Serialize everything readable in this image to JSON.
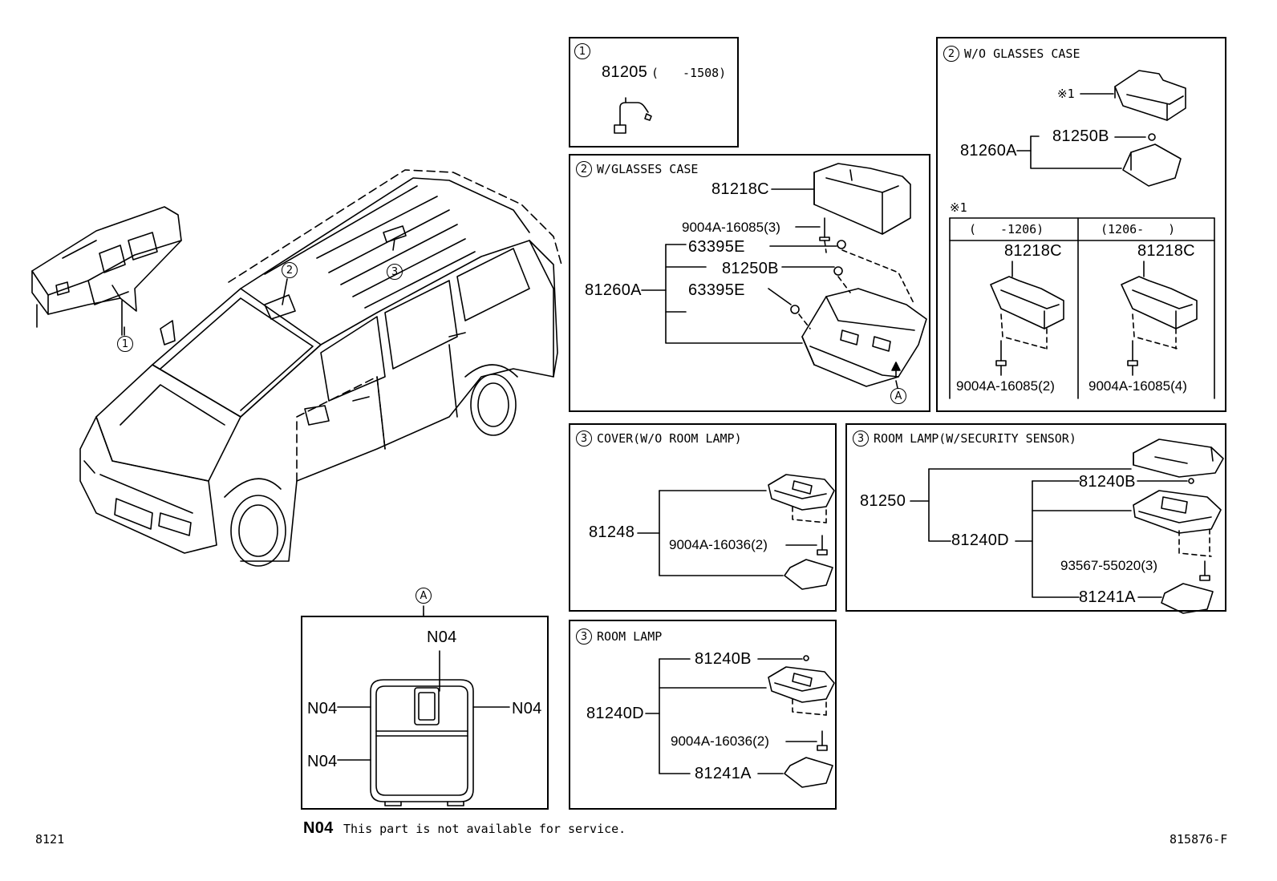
{
  "box1": {
    "marker": "1",
    "part": "81205",
    "range": "(　　-1508)"
  },
  "box2w": {
    "marker": "2",
    "title": "W/GLASSES CASE",
    "p81218C": "81218C",
    "p9004A": "9004A-16085(3)",
    "p63395E_a": "63395E",
    "p81250B": "81250B",
    "p81260A": "81260A",
    "p63395E_b": "63395E",
    "refA": "A"
  },
  "box2wo": {
    "marker": "2",
    "title": "W/O GLASSES CASE",
    "note1": "※1",
    "p81250B": "81250B",
    "p81260A": "81260A",
    "note1b": "※1",
    "col1": "(　　-1206)",
    "col2": "(1206-　　)",
    "c1part": "81218C",
    "c2part": "81218C",
    "c1screw": "9004A-16085(2)",
    "c2screw": "9004A-16085(4)"
  },
  "box3cover": {
    "marker": "3",
    "title": "COVER(W/O ROOM LAMP)",
    "p81248": "81248",
    "p9004A": "9004A-16036(2)"
  },
  "box3sec": {
    "marker": "3",
    "title": "ROOM LAMP(W/SECURITY SENSOR)",
    "p81250": "81250",
    "p81240B": "81240B",
    "p81240D": "81240D",
    "p93567": "93567-55020(3)",
    "p81241A": "81241A"
  },
  "box3room": {
    "marker": "3",
    "title": "ROOM LAMP",
    "p81240B": "81240B",
    "p81240D": "81240D",
    "p9004A": "9004A-16036(2)",
    "p81241A": "81241A"
  },
  "boxA": {
    "marker": "A",
    "n_top": "N04",
    "n_left": "N04",
    "n_right": "N04",
    "n_bottom": "N04"
  },
  "car": {
    "c1": "1",
    "c2": "2",
    "c3": "3"
  },
  "footer": {
    "code": "N04",
    "note": "This part is not available for service.",
    "left_id": "8121",
    "right_id": "815876-F"
  }
}
